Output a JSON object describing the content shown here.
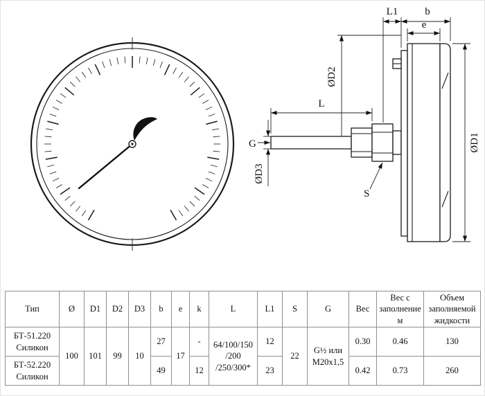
{
  "drawing": {
    "dim_labels": {
      "l1": "L1",
      "b": "b",
      "e": "e",
      "d2": "ØD2",
      "l": "L",
      "g": "G",
      "d3": "ØD3",
      "d1": "ØD1",
      "s": "S"
    }
  },
  "table": {
    "headers": [
      "Тип",
      "Ø",
      "D1",
      "D2",
      "D3",
      "b",
      "e",
      "k",
      "L",
      "L1",
      "S",
      "G",
      "Вес",
      "Вес с заполнением",
      "Объем заполняемой жидкости"
    ],
    "shared": {
      "diameter": "100",
      "d1": "101",
      "d2": "99",
      "d3": "10",
      "e": "17",
      "l": "64/100/150 /200 /250/300*",
      "s": "22",
      "g": "G½ или M20x1,5"
    },
    "rows": [
      {
        "type": "БТ-51.220 Силикон",
        "b": "27",
        "k": "-",
        "l1": "12",
        "weight": "0.30",
        "weight_filled": "0.46",
        "volume": "130"
      },
      {
        "type": "БТ-52.220 Силикон",
        "b": "49",
        "k": "12",
        "l1": "23",
        "weight": "0.42",
        "weight_filled": "0.73",
        "volume": "260"
      }
    ]
  }
}
